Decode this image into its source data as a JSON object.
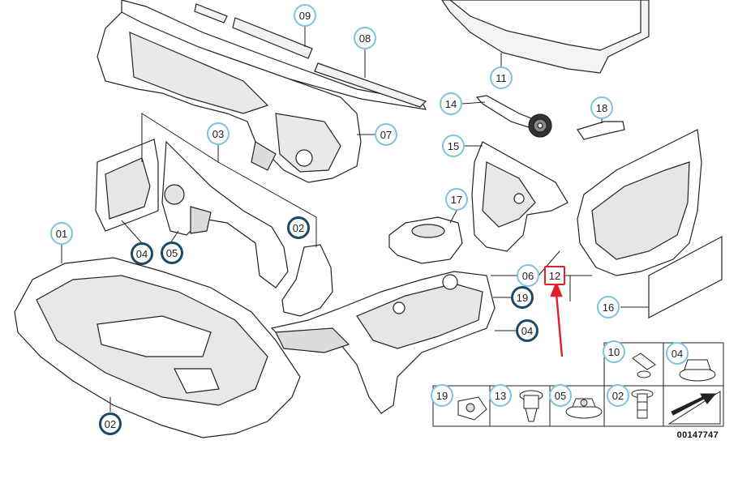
{
  "diagram": {
    "id_label": "00147747",
    "callouts": [
      {
        "key": "c09",
        "label": "09"
      },
      {
        "key": "c08",
        "label": "08"
      },
      {
        "key": "c11",
        "label": "11"
      },
      {
        "key": "c14",
        "label": "14"
      },
      {
        "key": "c18",
        "label": "18"
      },
      {
        "key": "c07",
        "label": "07"
      },
      {
        "key": "c03",
        "label": "03"
      },
      {
        "key": "c15",
        "label": "15"
      },
      {
        "key": "c17",
        "label": "17"
      },
      {
        "key": "c02a",
        "label": "02"
      },
      {
        "key": "c01",
        "label": "01"
      },
      {
        "key": "c04a",
        "label": "04"
      },
      {
        "key": "c05a",
        "label": "05"
      },
      {
        "key": "c06",
        "label": "06"
      },
      {
        "key": "c12",
        "label": "12"
      },
      {
        "key": "c19a",
        "label": "19"
      },
      {
        "key": "c16",
        "label": "16"
      },
      {
        "key": "c04b",
        "label": "04"
      },
      {
        "key": "c10",
        "label": "10"
      },
      {
        "key": "c04c",
        "label": "04"
      },
      {
        "key": "c02b",
        "label": "02"
      },
      {
        "key": "c19b",
        "label": "19"
      },
      {
        "key": "c13",
        "label": "13"
      },
      {
        "key": "c05b",
        "label": "05"
      },
      {
        "key": "c02c",
        "label": "02"
      }
    ],
    "colors": {
      "callout_border": "#7fc3dc",
      "highlight_border": "#e0202a",
      "arrow": "#e0202a",
      "line": "#222222"
    }
  }
}
